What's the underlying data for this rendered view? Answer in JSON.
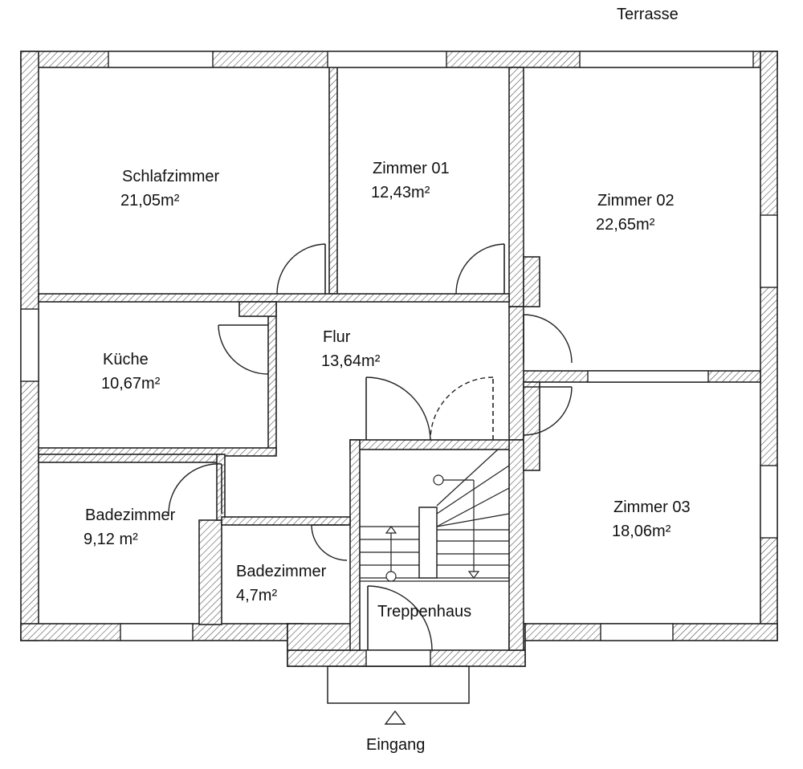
{
  "labels": {
    "terrace": "Terrasse",
    "entrance": "Eingang"
  },
  "rooms": [
    {
      "key": "schlafzimmer",
      "name": "Schlafzimmer",
      "area": "21,05m²"
    },
    {
      "key": "zimmer01",
      "name": "Zimmer 01",
      "area": "12,43m²"
    },
    {
      "key": "zimmer02",
      "name": "Zimmer 02",
      "area": "22,65m²"
    },
    {
      "key": "kueche",
      "name": "Küche",
      "area": "10,67m²"
    },
    {
      "key": "flur",
      "name": "Flur",
      "area": "13,64m²"
    },
    {
      "key": "badezimmer1",
      "name": "Badezimmer",
      "area": "9,12 m²"
    },
    {
      "key": "badezimmer2",
      "name": "Badezimmer",
      "area": "4,7m²"
    },
    {
      "key": "zimmer03",
      "name": "Zimmer 03",
      "area": "18,06m²"
    },
    {
      "key": "treppenhaus",
      "name": "Treppenhaus",
      "area": ""
    }
  ]
}
